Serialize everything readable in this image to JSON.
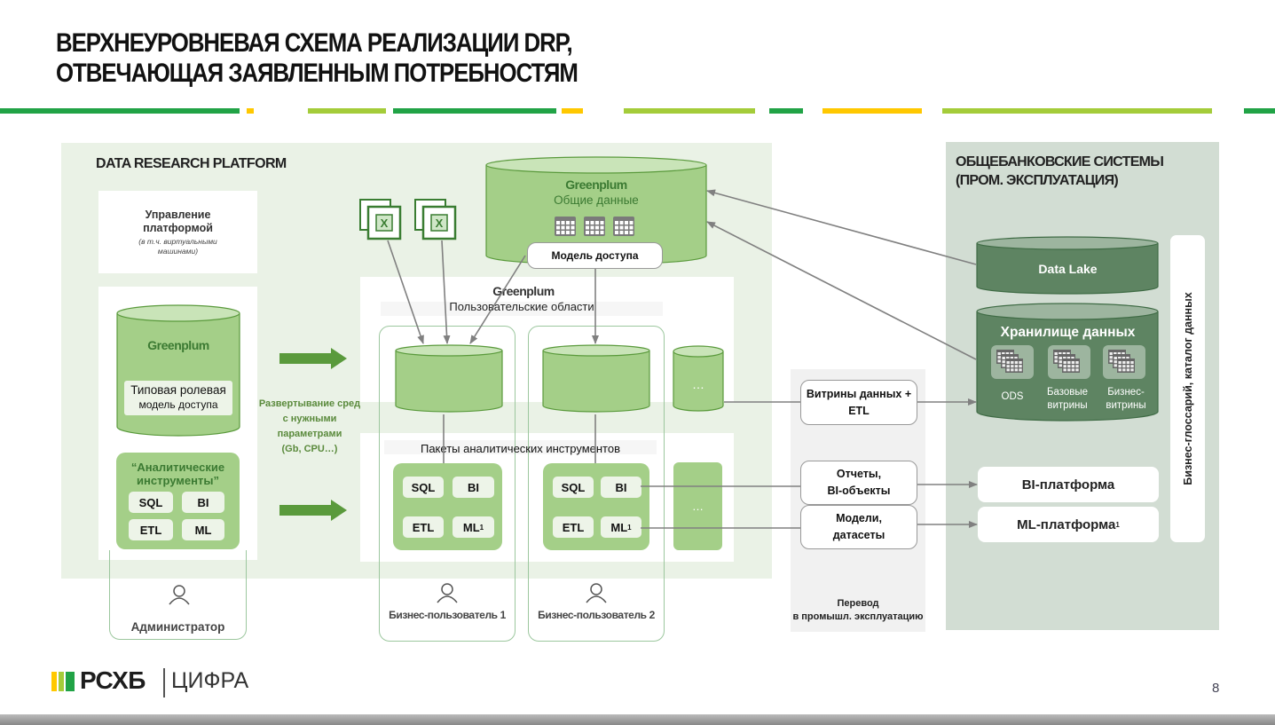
{
  "header": {
    "title_line1": "ВЕРХНЕУРОВНЕВАЯ СХЕМА РЕАЛИЗАЦИИ DRP,",
    "title_line2": "ОТВЕЧАЮЩАЯ ЗАЯВЛЕННЫМ ПОТРЕБНОСТЯМ",
    "stripe_colors": {
      "green": "#21a346",
      "yellow": "#ffc800",
      "lime": "#a4cc3a"
    }
  },
  "drp": {
    "title": "DATA RESEARCH PLATFORM",
    "management": {
      "title_line1": "Управление",
      "title_line2": "платформой",
      "note_line1": "(в т.ч. виртуальными",
      "note_line2": "машинами)"
    },
    "admin_db": {
      "name": "Greenplum",
      "role_line1": "Типовая ролевая",
      "role_line2": "модель доступа"
    },
    "tools": {
      "title_line1": "“Аналитические",
      "title_line2": "инструменты”",
      "items": [
        "SQL",
        "BI",
        "ETL",
        "ML"
      ]
    },
    "deploy_text": [
      "Развертывание сред",
      "с нужными",
      "параметрами",
      "(Gb, CPU…)"
    ],
    "shared_db": {
      "name": "Greenplum",
      "subtitle": "Общие данные",
      "access_model": "Модель доступа"
    },
    "user_areas": {
      "name": "Greenplum",
      "subtitle": "Пользовательские области",
      "ellipsis": "…"
    },
    "packages": {
      "title": "Пакеты аналитических инструментов",
      "items": [
        "SQL",
        "BI",
        "ETL",
        "ML"
      ],
      "ml_footnote": "1",
      "ellipsis": "…"
    },
    "users": [
      {
        "label": "Администратор",
        "icon": "user-icon"
      },
      {
        "label": "Бизнес-пользователь 1",
        "icon": "user-icon"
      },
      {
        "label": "Бизнес-пользователь 2",
        "icon": "user-icon"
      }
    ],
    "colors": {
      "db_fill": "#a4cf88",
      "db_top": "#c9e4b8",
      "db_stroke": "#5a9a3c",
      "panel": "#eaf2e6"
    }
  },
  "transfer": {
    "items": [
      {
        "line1": "Витрины данных +",
        "line2": "ETL"
      },
      {
        "line1": "Отчеты,",
        "line2": "BI-объекты"
      },
      {
        "line1": "Модели,",
        "line2": "датасеты"
      }
    ],
    "caption_line1": "Перевод",
    "caption_line2": "в промышл. эксплуатацию"
  },
  "prod": {
    "title_line1": "ОБЩЕБАНКОВСКИЕ СИСТЕМЫ",
    "title_line2": "(ПРОМ. ЭКСПЛУАТАЦИЯ)",
    "data_lake": "Data Lake",
    "warehouse": {
      "title": "Хранилище данных",
      "items": [
        {
          "line1": "ODS",
          "line2": ""
        },
        {
          "line1": "Базовые",
          "line2": "витрины"
        },
        {
          "line1": "Бизнес-",
          "line2": "витрины"
        }
      ]
    },
    "bi_platform": "BI-платформа",
    "ml_platform": "ML-платформа",
    "ml_footnote": "1",
    "glossary": "Бизнес-глоссарий, каталог данных",
    "colors": {
      "db_fill": "#5e8462",
      "db_top": "#9db59f",
      "db_stroke": "#3f6b45",
      "panel": "#d2ddd3"
    }
  },
  "footer": {
    "logo_text": "РСХБ",
    "logo_sub": "ЦИФРА",
    "page_number": "8"
  }
}
